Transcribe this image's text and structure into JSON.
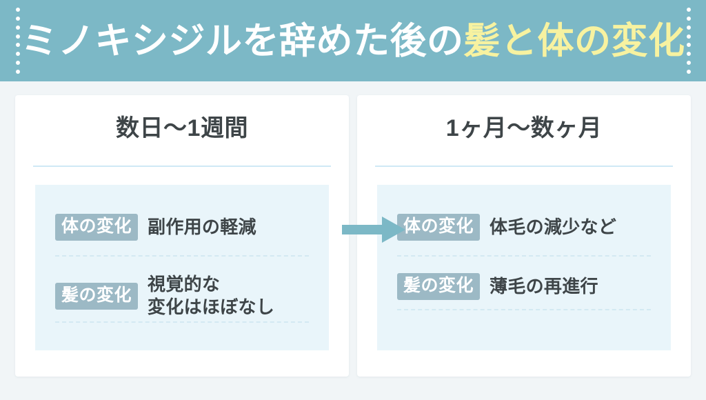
{
  "header": {
    "title_plain": "ミノキシジルを辞めた後の",
    "title_accent": "髪と体の変化",
    "bg_color": "#7cb8c6",
    "text_color": "#ffffff",
    "accent_color": "#f7f2a0",
    "dot_count": 8
  },
  "arrow": {
    "label": "next-stage-arrow",
    "color": "#7cb8c6"
  },
  "cards": [
    {
      "title": "数日〜1週間",
      "rows": [
        {
          "badge": "体の変化",
          "text": "副作用の軽減"
        },
        {
          "badge": "髪の変化",
          "text": "視覚的な\n変化はほぼなし"
        }
      ]
    },
    {
      "title": "1ヶ月〜数ヶ月",
      "rows": [
        {
          "badge": "体の変化",
          "text": "体毛の減少など"
        },
        {
          "badge": "髪の変化",
          "text": "薄毛の再進行"
        }
      ]
    }
  ],
  "colors": {
    "page_bg": "#f1f5f7",
    "card_bg": "#ffffff",
    "panel_bg": "#e9f5fa",
    "badge_bg": "#9cb9c5",
    "rule": "#cfe9f5",
    "dash_rule": "#d3e9f2",
    "text": "#3e4548"
  }
}
